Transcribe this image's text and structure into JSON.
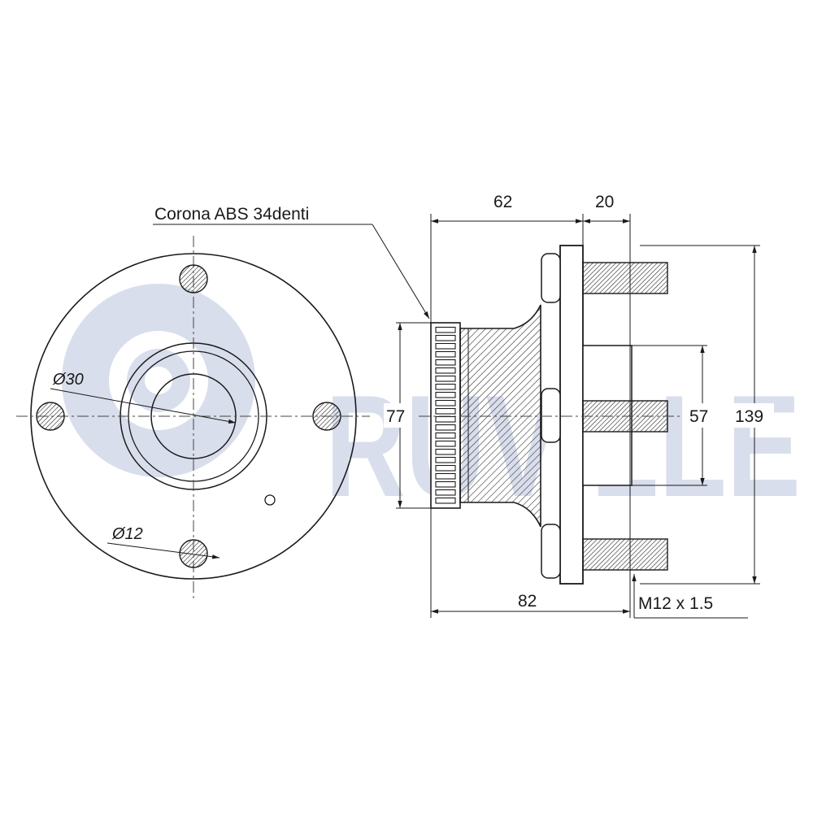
{
  "brand": {
    "watermark_text": "RUVILLE",
    "watermark_color": "#d9deec"
  },
  "labels": {
    "abs_ring": "Corona ABS 34denti",
    "diam_bore": "Ø30",
    "diam_bolt": "Ø12",
    "dim_width_flange": "62",
    "dim_stud_length": "20",
    "dim_ring_diameter": "77",
    "dim_pilot_diameter": "57",
    "dim_flange_diameter": "139",
    "dim_total_length": "82",
    "thread": "M12 x 1.5"
  },
  "colors": {
    "line": "#1a1a1a",
    "hatch": "#333333"
  }
}
